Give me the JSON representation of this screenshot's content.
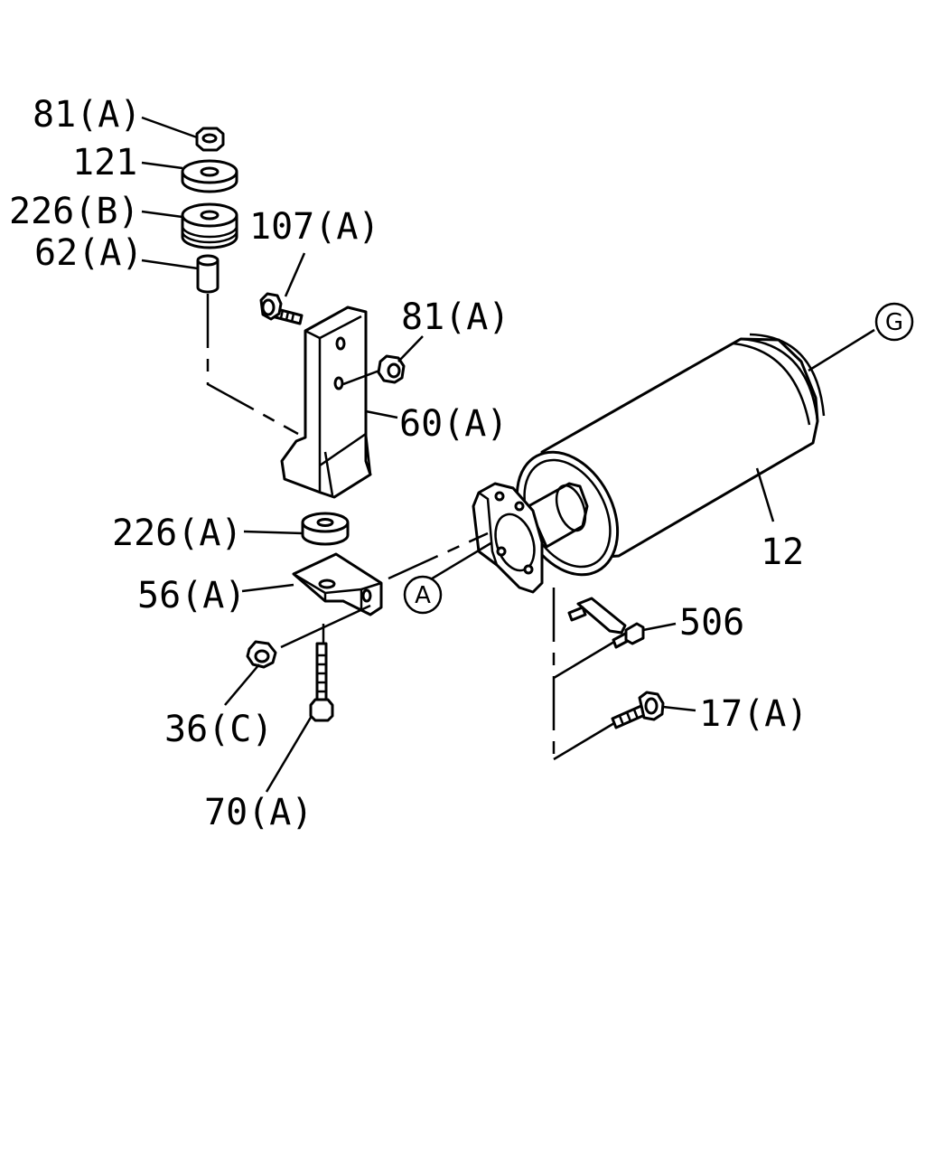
{
  "callouts": {
    "nut_81a_top": "81(A)",
    "washer_121": "121",
    "rubber_226b": "226(B)",
    "collar_62a": "62(A)",
    "bolt_107a": "107(A)",
    "nut_81a_mid": "81(A)",
    "bracket_60a": "60(A)",
    "rubber_226a": "226(A)",
    "bracket_56a": "56(A)",
    "nut_36c": "36(C)",
    "bolt_70a": "70(A)",
    "muffler_12": "12",
    "bolt_506": "506",
    "bolt_17a": "17(A)"
  },
  "reference_markers": {
    "g": "G",
    "a": "A"
  }
}
